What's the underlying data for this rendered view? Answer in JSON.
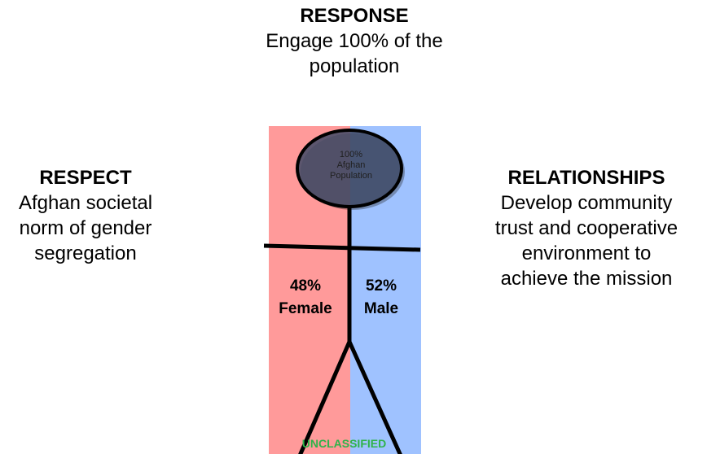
{
  "response": {
    "heading": "RESPONSE",
    "line1": "Engage 100% of the",
    "line2": "population"
  },
  "respect": {
    "heading": "RESPECT",
    "line1": "Afghan societal",
    "line2": "norm of gender",
    "line3": "segregation"
  },
  "relationships": {
    "heading": "RELATIONSHIPS",
    "line1": "Develop community",
    "line2": "trust and cooperative",
    "line3": "environment to",
    "line4": "achieve the mission"
  },
  "figure": {
    "head_line1": "100%",
    "head_line2": "Afghan",
    "head_line3": "Population",
    "female_pct": "48%",
    "female_label": "Female",
    "male_pct": "52%",
    "male_label": "Male",
    "female_share": 0.48,
    "male_share": 0.52,
    "female_color": "#ff9a9a",
    "male_color": "#9fc2ff",
    "head_fill": "#3f4a66"
  },
  "footer": {
    "classification": "UNCLASSIFIED",
    "color": "#2fb34a"
  }
}
